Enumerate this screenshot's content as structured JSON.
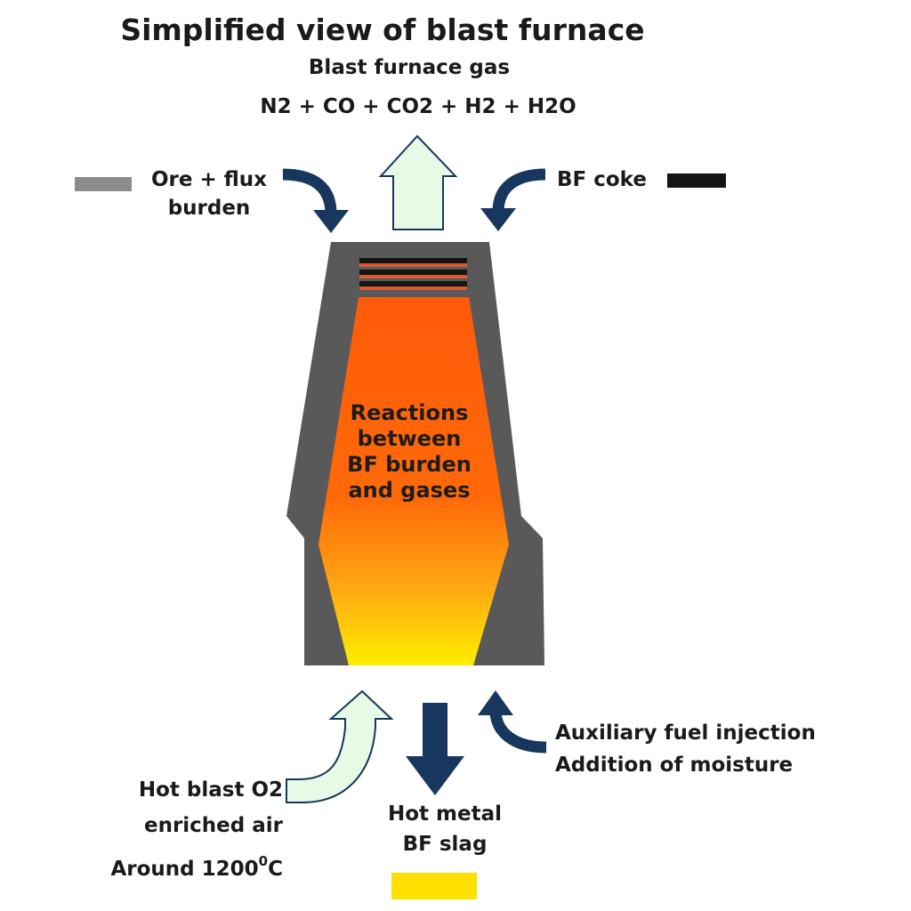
{
  "title": "Simplified view of blast furnace",
  "top_output": {
    "label": "Blast furnace gas",
    "formula": "N2 + CO + CO2 + H2 + H2O"
  },
  "inputs_top": {
    "ore_line1": "Ore + flux",
    "ore_line2": "burden",
    "coke": "BF coke"
  },
  "furnace": {
    "line1": "Reactions",
    "line2": "between",
    "line3": "BF burden",
    "line4": "and gases"
  },
  "bottom": {
    "hot_blast_line1": "Hot blast O2",
    "hot_blast_line2": "enriched air",
    "hot_blast_line3_prefix": "Around 1200",
    "hot_blast_line3_sup": "0",
    "hot_blast_line3_suffix": "C",
    "outputs_line1": "Hot metal",
    "outputs_line2": "BF slag",
    "aux_line1": "Auxiliary fuel injection",
    "aux_line2": "Addition of moisture"
  },
  "colors": {
    "arrow_dark": "#17375e",
    "arrow_light_fill": "#e6fae6",
    "furnace_shell": "#595959",
    "ore_swatch": "#8c8c8c",
    "coke_swatch": "#151515",
    "hot_metal_swatch": "#ffe000",
    "gradient_top": "#ff5a0a",
    "gradient_bottom": "#ffee00"
  }
}
